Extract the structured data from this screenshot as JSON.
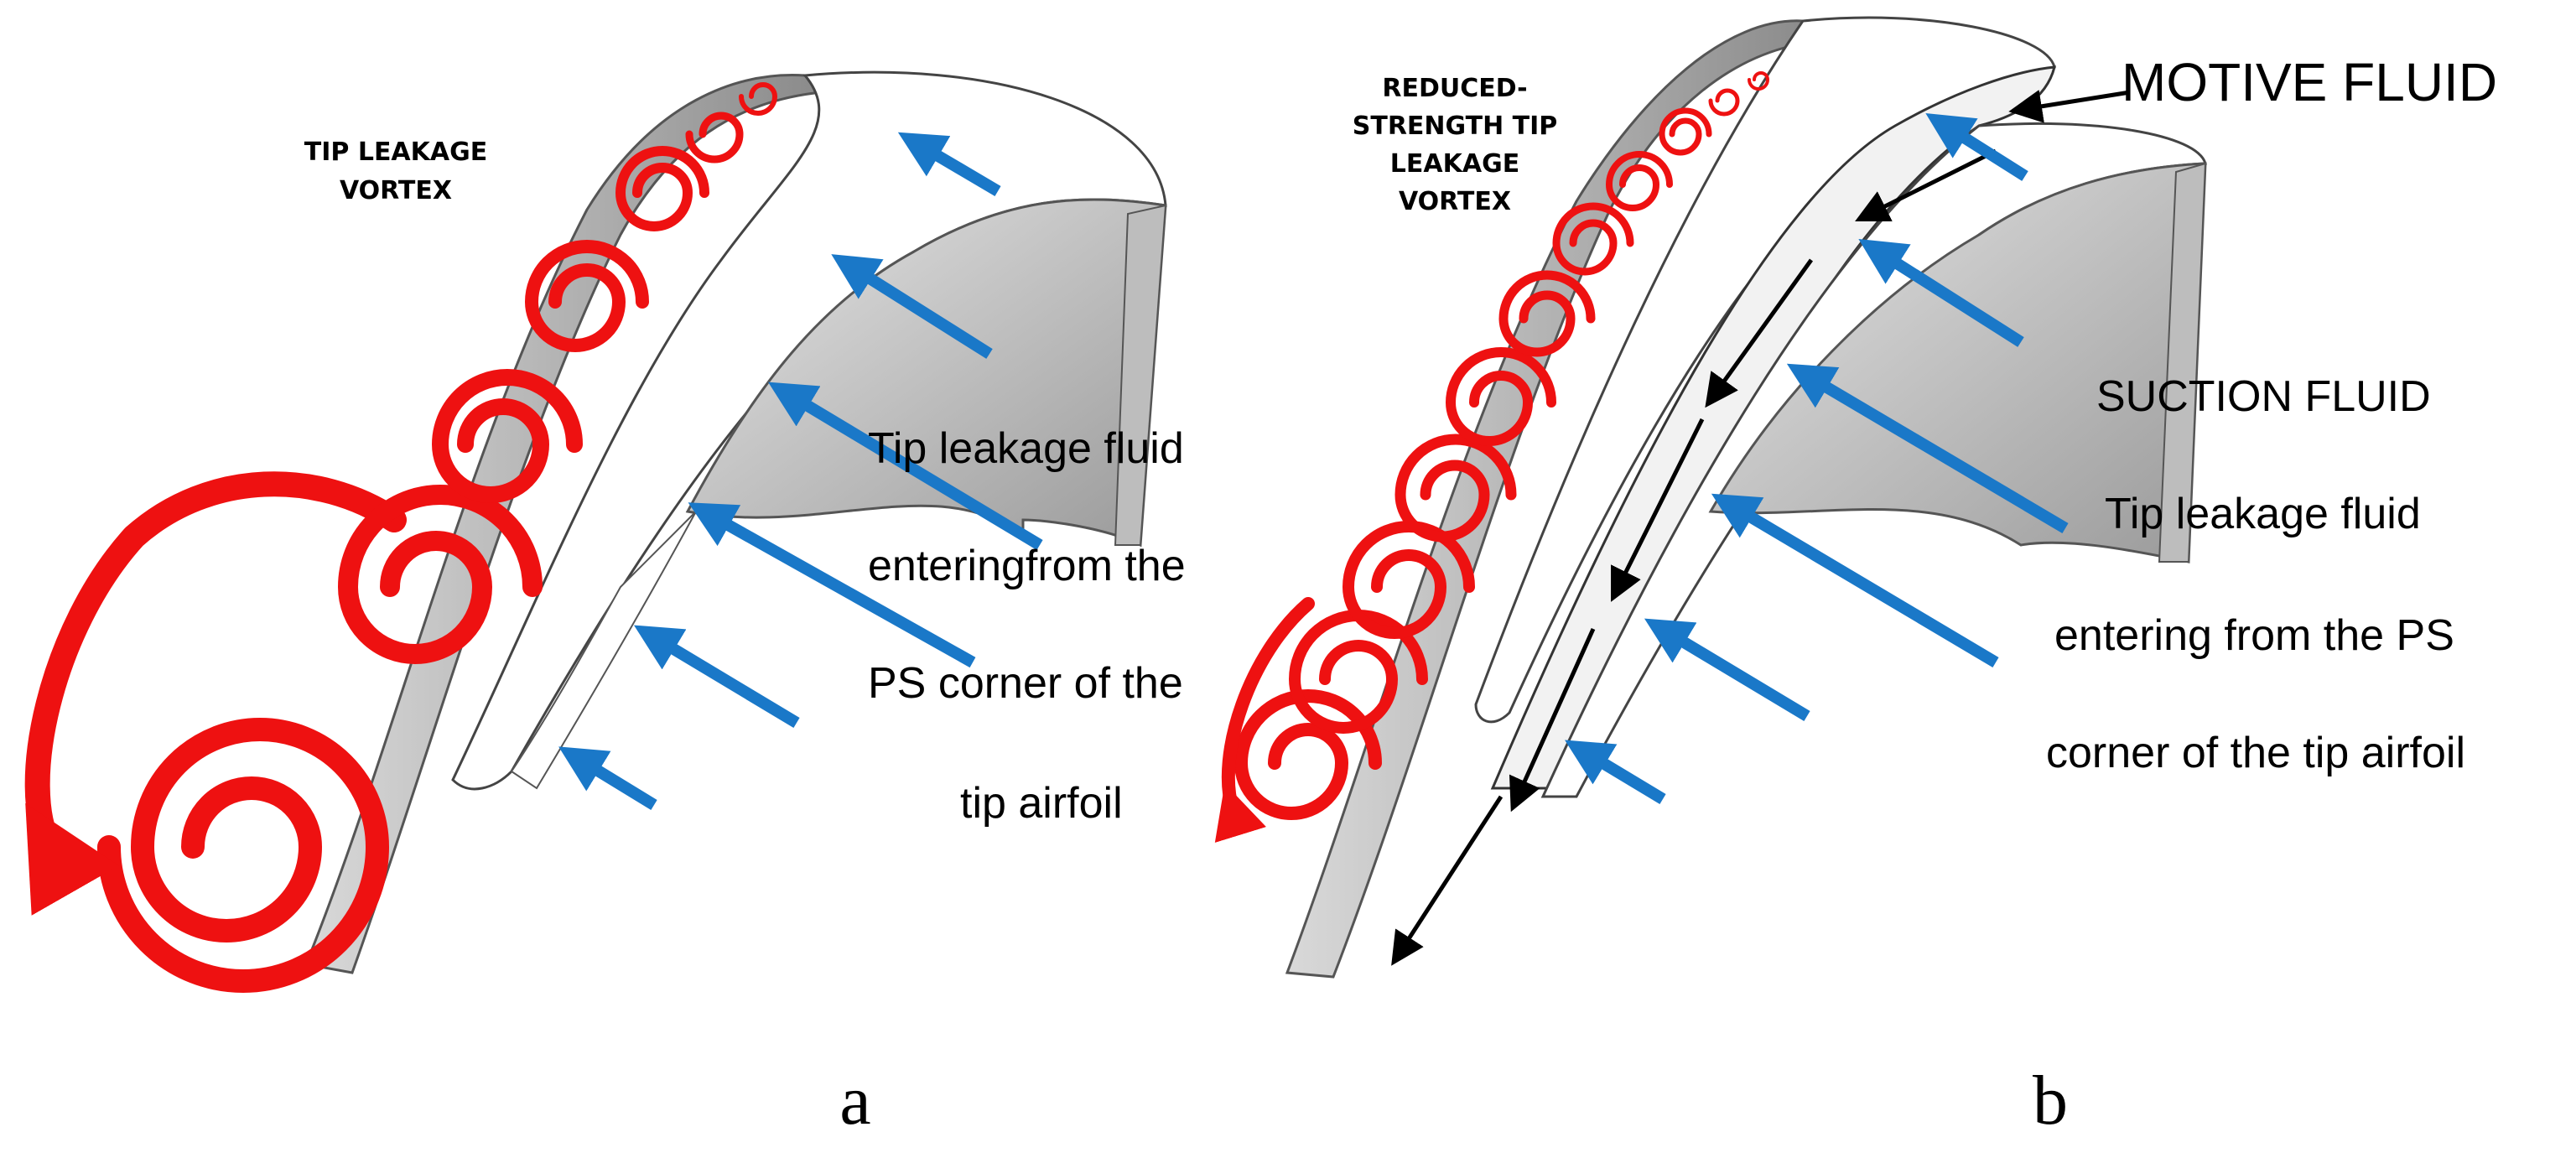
{
  "colors": {
    "vortex": "#ee1111",
    "flow_arrow": "#1a78c8",
    "blade_dark": "#8a8a8a",
    "blade_light": "#f4f4f4",
    "text": "#111111"
  },
  "panel_a": {
    "label": "a",
    "vortex_label": [
      "TIP LEAKAGE",
      "VORTEX"
    ],
    "flow_text": [
      "Tip leakage fluid",
      "enteringfrom the",
      "PS corner of the",
      "tip airfoil"
    ]
  },
  "panel_b": {
    "label": "b",
    "vortex_label": [
      "REDUCED-",
      "STRENGTH TIP",
      "LEAKAGE",
      "VORTEX"
    ],
    "motive_fluid": "MOTIVE FLUID",
    "suction_fluid": "SUCTION FLUID",
    "flow_text": [
      "Tip leakage fluid",
      "entering from the PS",
      "corner of the tip airfoil"
    ]
  },
  "icons": {
    "vortex": "spiral-vortex-icon",
    "flow": "arrow-icon"
  }
}
